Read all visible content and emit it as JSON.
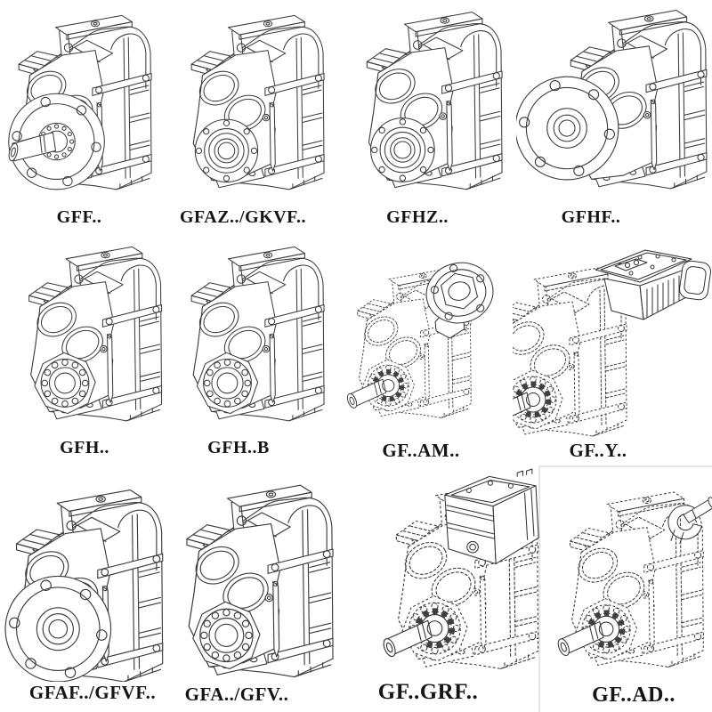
{
  "page": {
    "background": "#ffffff"
  },
  "figures": [
    {
      "label": "GFF..",
      "icon": "flange-shaft-gearbox-drawing",
      "ref": "#sym-flange-shaft"
    },
    {
      "label": "GFAZ../GKVF..",
      "icon": "hollow-flange-gearbox-drawing",
      "ref": "#sym-hub-flange"
    },
    {
      "label": "GFHZ..",
      "icon": "hollow-flange-gearbox-drawing",
      "ref": "#sym-hub-flange"
    },
    {
      "label": "GFHF..",
      "icon": "flange-hollow-gearbox-drawing",
      "ref": "#sym-flange-hollow"
    },
    {
      "label": "GFH..",
      "icon": "hollow-shaft-gearbox-drawing",
      "ref": "#sym-hub-plain"
    },
    {
      "label": "GFH..B",
      "icon": "hollow-shaft-gearbox-drawing",
      "ref": "#sym-hub-plain"
    },
    {
      "label": "GF..AM..",
      "icon": "phantom-gearbox-iec-flange-drawing",
      "ref": "#sym-ph-am"
    },
    {
      "label": "GF..Y..",
      "icon": "phantom-gearbox-motor-drawing",
      "ref": "#sym-ph-y"
    },
    {
      "label": "GFAF../GFVF..",
      "icon": "flange-hollow-gearbox-drawing",
      "ref": "#sym-flange-hollow"
    },
    {
      "label": "GFA../GFV..",
      "icon": "hollow-shaft-gearbox-drawing",
      "ref": "#sym-hub-plain"
    },
    {
      "label": "GF..GRF..",
      "icon": "phantom-gearbox-adapter-drawing",
      "ref": "#sym-ph-grf"
    },
    {
      "label": "GF..AD..",
      "icon": "phantom-gearbox-shaft-input-drawing",
      "ref": "#sym-ph-ad"
    }
  ]
}
